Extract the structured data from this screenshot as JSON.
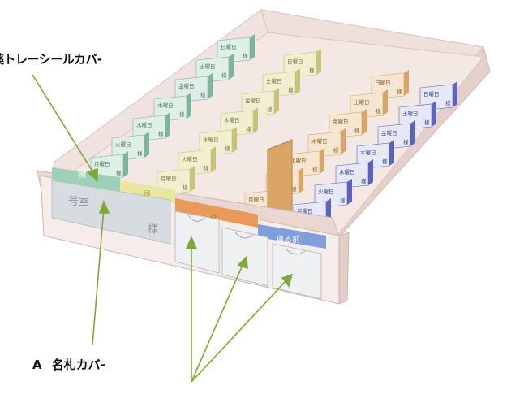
{
  "callouts": {
    "tray_seal_cover": "薬トレーシールカバ-",
    "name_card_letter": "A",
    "name_card_cover": "名札カバ-"
  },
  "tray_front": {
    "room_label": "号室",
    "sama_label": "様",
    "section_tabs": [
      "朝",
      "昼",
      "夕",
      "寝る前"
    ]
  },
  "card_labels": {
    "days": [
      "月曜日",
      "火曜日",
      "水曜日",
      "木曜日",
      "金曜日",
      "土曜日",
      "日曜日"
    ],
    "sama": "様"
  },
  "colors": {
    "tray_body": "#f2e3df",
    "tray_rim": "#e9d4cf",
    "band_green": "#9ed0b8",
    "band_yellow": "#e8e6a0",
    "band_orange": "#e89a5a",
    "band_blue": "#7f9fd8",
    "divider_orange": "#d9a466",
    "divider_blue": "#5d64b8",
    "arrow": "#7ea83c"
  }
}
